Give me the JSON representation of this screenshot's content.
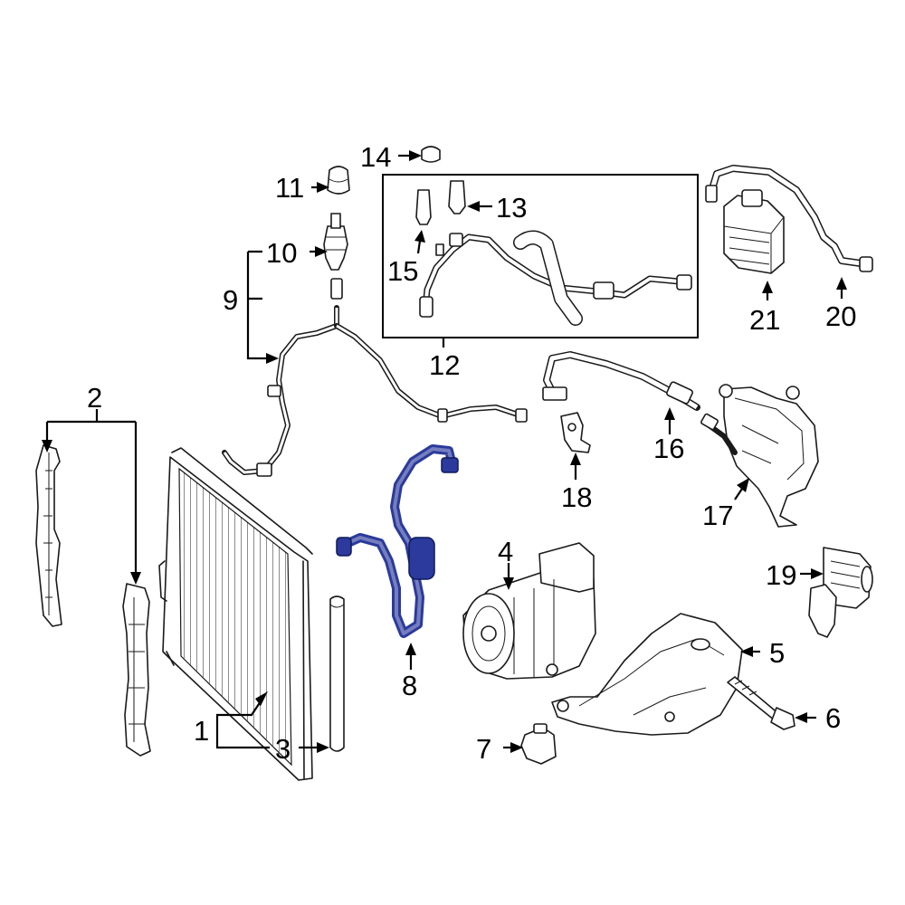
{
  "diagram": {
    "highlight_color": "#2b3a9c",
    "callouts": {
      "c1": "1",
      "c2": "2",
      "c3": "3",
      "c4": "4",
      "c5": "5",
      "c6": "6",
      "c7": "7",
      "c8": "8",
      "c9": "9",
      "c10": "10",
      "c11": "11",
      "c12": "12",
      "c13": "13",
      "c14": "14",
      "c15": "15",
      "c16": "16",
      "c17": "17",
      "c18": "18",
      "c19": "19",
      "c20": "20",
      "c21": "21"
    }
  }
}
